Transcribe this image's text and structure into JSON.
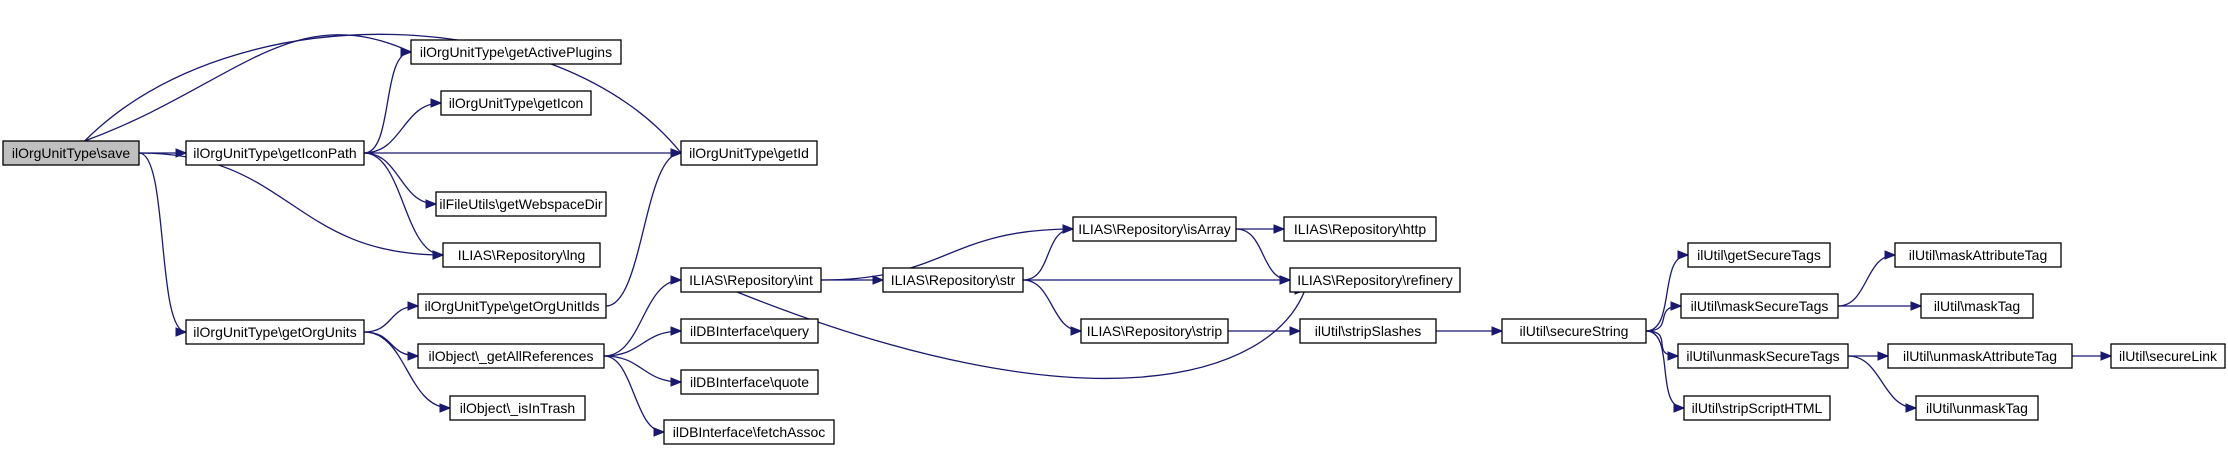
{
  "colors": {
    "edge": "#191970",
    "root_fill": "#bfbfbf",
    "node_fill": "#ffffff",
    "node_border": "#000000"
  },
  "nodes": [
    {
      "id": "save",
      "label": "ilOrgUnitType\\save",
      "root": true
    },
    {
      "id": "getActivePlugins",
      "label": "ilOrgUnitType\\getActivePlugins"
    },
    {
      "id": "getIcon",
      "label": "ilOrgUnitType\\getIcon"
    },
    {
      "id": "getIconPath",
      "label": "ilOrgUnitType\\getIconPath"
    },
    {
      "id": "getId",
      "label": "ilOrgUnitType\\getId"
    },
    {
      "id": "getWebspaceDir",
      "label": "ilFileUtils\\getWebspaceDir"
    },
    {
      "id": "lng",
      "label": "ILIAS\\Repository\\lng"
    },
    {
      "id": "getOrgUnitIds",
      "label": "ilOrgUnitType\\getOrgUnitIds"
    },
    {
      "id": "getOrgUnits",
      "label": "ilOrgUnitType\\getOrgUnits"
    },
    {
      "id": "getAllReferences",
      "label": "ilObject\\_getAllReferences"
    },
    {
      "id": "isInTrash",
      "label": "ilObject\\_isInTrash"
    },
    {
      "id": "int",
      "label": "ILIAS\\Repository\\int"
    },
    {
      "id": "query",
      "label": "ilDBInterface\\query"
    },
    {
      "id": "quote",
      "label": "ilDBInterface\\quote"
    },
    {
      "id": "fetchAssoc",
      "label": "ilDBInterface\\fetchAssoc"
    },
    {
      "id": "str",
      "label": "ILIAS\\Repository\\str"
    },
    {
      "id": "isArray",
      "label": "ILIAS\\Repository\\isArray"
    },
    {
      "id": "strip",
      "label": "ILIAS\\Repository\\strip"
    },
    {
      "id": "http",
      "label": "ILIAS\\Repository\\http"
    },
    {
      "id": "refinery",
      "label": "ILIAS\\Repository\\refinery"
    },
    {
      "id": "stripSlashes",
      "label": "ilUtil\\stripSlashes"
    },
    {
      "id": "secureString",
      "label": "ilUtil\\secureString"
    },
    {
      "id": "getSecureTags",
      "label": "ilUtil\\getSecureTags"
    },
    {
      "id": "maskSecureTags",
      "label": "ilUtil\\maskSecureTags"
    },
    {
      "id": "unmaskSecureTags",
      "label": "ilUtil\\unmaskSecureTags"
    },
    {
      "id": "stripScriptHTML",
      "label": "ilUtil\\stripScriptHTML"
    },
    {
      "id": "maskAttributeTag",
      "label": "ilUtil\\maskAttributeTag"
    },
    {
      "id": "maskTag",
      "label": "ilUtil\\maskTag"
    },
    {
      "id": "unmaskAttributeTag",
      "label": "ilUtil\\unmaskAttributeTag"
    },
    {
      "id": "unmaskTag",
      "label": "ilUtil\\unmaskTag"
    },
    {
      "id": "secureLink",
      "label": "ilUtil\\secureLink"
    }
  ],
  "edges": [
    [
      "save",
      "getActivePlugins"
    ],
    [
      "save",
      "getIconPath"
    ],
    [
      "save",
      "getId"
    ],
    [
      "save",
      "lng"
    ],
    [
      "save",
      "getOrgUnits"
    ],
    [
      "getIconPath",
      "getActivePlugins"
    ],
    [
      "getIconPath",
      "getIcon"
    ],
    [
      "getIconPath",
      "getId"
    ],
    [
      "getIconPath",
      "getWebspaceDir"
    ],
    [
      "getIconPath",
      "lng"
    ],
    [
      "getOrgUnits",
      "getOrgUnitIds"
    ],
    [
      "getOrgUnits",
      "getAllReferences"
    ],
    [
      "getOrgUnits",
      "isInTrash"
    ],
    [
      "getOrgUnitIds",
      "getId"
    ],
    [
      "getAllReferences",
      "int"
    ],
    [
      "getAllReferences",
      "query"
    ],
    [
      "getAllReferences",
      "quote"
    ],
    [
      "getAllReferences",
      "fetchAssoc"
    ],
    [
      "int",
      "isArray"
    ],
    [
      "int",
      "str"
    ],
    [
      "int",
      "refinery"
    ],
    [
      "str",
      "isArray"
    ],
    [
      "str",
      "refinery"
    ],
    [
      "str",
      "strip"
    ],
    [
      "isArray",
      "http"
    ],
    [
      "isArray",
      "refinery"
    ],
    [
      "strip",
      "stripSlashes"
    ],
    [
      "stripSlashes",
      "secureString"
    ],
    [
      "secureString",
      "getSecureTags"
    ],
    [
      "secureString",
      "maskSecureTags"
    ],
    [
      "secureString",
      "unmaskSecureTags"
    ],
    [
      "secureString",
      "stripScriptHTML"
    ],
    [
      "maskSecureTags",
      "maskAttributeTag"
    ],
    [
      "maskSecureTags",
      "maskTag"
    ],
    [
      "unmaskSecureTags",
      "unmaskAttributeTag"
    ],
    [
      "unmaskSecureTags",
      "unmaskTag"
    ],
    [
      "unmaskAttributeTag",
      "secureLink"
    ]
  ]
}
